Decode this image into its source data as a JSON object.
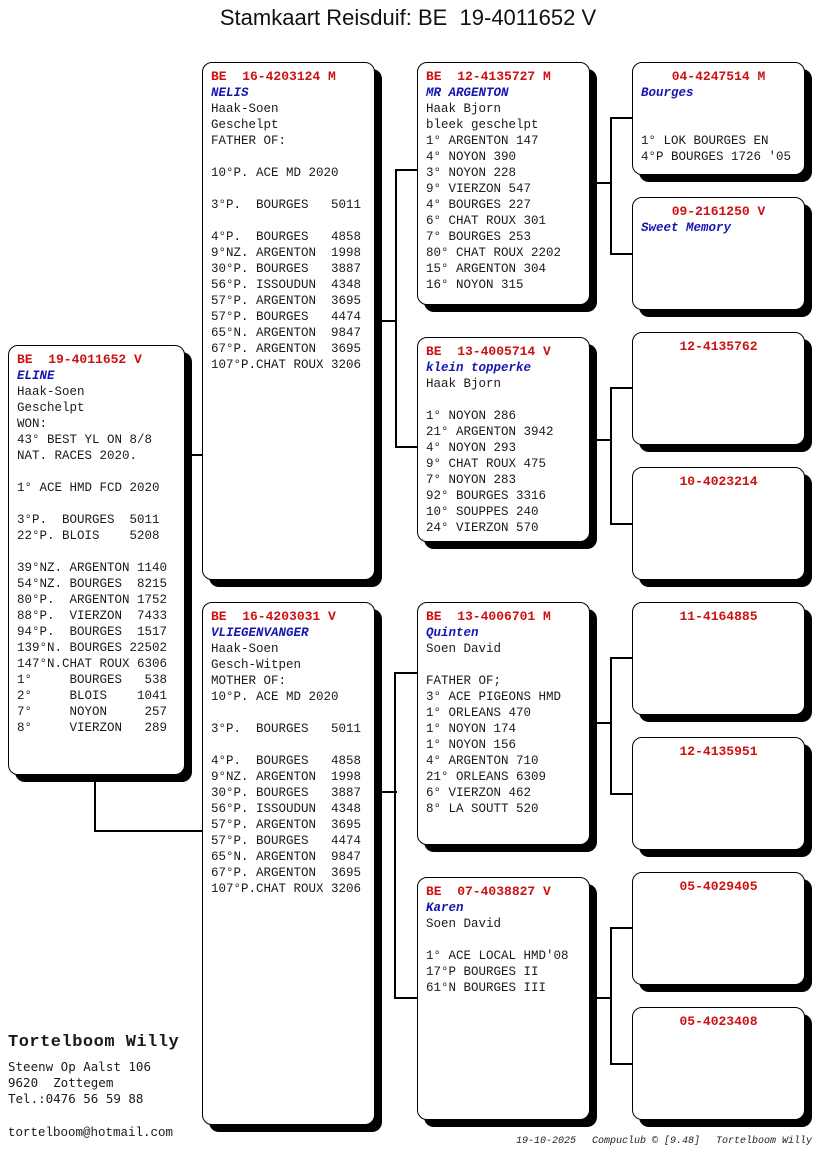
{
  "title": "Stamkaart Reisduif: BE  19-4011652 V",
  "colors": {
    "ring_number": "#cc1111",
    "pigeon_name": "#1515b0",
    "body_text": "#1a1a1a",
    "connector": "#000000"
  },
  "boxes": {
    "subject": {
      "ring": "BE  19-4011652 V",
      "name": "ELINE",
      "lines": [
        "Haak-Soen",
        "Geschelpt",
        "WON:",
        "43° BEST YL ON 8/8",
        "NAT. RACES 2020.",
        "",
        "1° ACE HMD FCD 2020",
        "",
        "3°P.  BOURGES  5011",
        "22°P. BLOIS    5208",
        "",
        "39°NZ. ARGENTON 1140",
        "54°NZ. BOURGES  8215",
        "80°P.  ARGENTON 1752",
        "88°P.  VIERZON  7433",
        "94°P.  BOURGES  1517",
        "139°N. BOURGES 22502",
        "147°N.CHAT ROUX 6306",
        "1°     BOURGES   538",
        "2°     BLOIS    1041",
        "7°     NOYON     257",
        "8°     VIERZON   289"
      ]
    },
    "sire": {
      "ring": "BE  16-4203124 M",
      "name": "NELIS",
      "lines": [
        "Haak-Soen",
        "Geschelpt",
        "FATHER OF:",
        "",
        "10°P. ACE MD 2020",
        "",
        "3°P.  BOURGES   5011",
        "",
        "4°P.  BOURGES   4858",
        "9°NZ. ARGENTON  1998",
        "30°P. BOURGES   3887",
        "56°P. ISSOUDUN  4348",
        "57°P. ARGENTON  3695",
        "57°P. BOURGES   4474",
        "65°N. ARGENTON  9847",
        "67°P. ARGENTON  3695",
        "107°P.CHAT ROUX 3206"
      ]
    },
    "dam": {
      "ring": "BE  16-4203031 V",
      "name": "VLIEGENVANGER",
      "lines": [
        "Haak-Soen",
        "Gesch-Witpen",
        "MOTHER OF:",
        "10°P. ACE MD 2020",
        "",
        "3°P.  BOURGES   5011",
        "",
        "4°P.  BOURGES   4858",
        "9°NZ. ARGENTON  1998",
        "30°P. BOURGES   3887",
        "56°P. ISSOUDUN  4348",
        "57°P. ARGENTON  3695",
        "57°P. BOURGES   4474",
        "65°N. ARGENTON  9847",
        "67°P. ARGENTON  3695",
        "107°P.CHAT ROUX 3206"
      ]
    },
    "sire_sire": {
      "ring": "BE  12-4135727 M",
      "name": "MR ARGENTON",
      "lines": [
        "Haak Bjorn",
        "bleek geschelpt",
        "1° ARGENTON 147",
        "4° NOYON 390",
        "3° NOYON 228",
        "9° VIERZON 547",
        "4° BOURGES 227",
        "6° CHAT ROUX 301",
        "7° BOURGES 253",
        "80° CHAT ROUX 2202",
        "15° ARGENTON 304",
        "16° NOYON 315"
      ]
    },
    "sire_dam": {
      "ring": "BE  13-4005714 V",
      "name": "klein topperke",
      "lines": [
        "Haak Bjorn",
        "",
        "1° NOYON 286",
        "21° ARGENTON 3942",
        "4° NOYON 293",
        "9° CHAT ROUX 475",
        "7° NOYON 283",
        "92° BOURGES 3316",
        "10° SOUPPES 240",
        "24° VIERZON 570"
      ]
    },
    "dam_sire": {
      "ring": "BE  13-4006701 M",
      "name": "Quinten",
      "lines": [
        "Soen David",
        "",
        "FATHER OF;",
        "3° ACE PIGEONS HMD",
        "1° ORLEANS 470",
        "1° NOYON 174",
        "1° NOYON 156",
        "4° ARGENTON 710",
        "21° ORLEANS 6309",
        "6° VIERZON 462",
        "8° LA SOUTT 520"
      ]
    },
    "dam_dam": {
      "ring": "BE  07-4038827 V",
      "name": "Karen",
      "lines": [
        "Soen David",
        "",
        "1° ACE LOCAL HMD'08",
        "17°P BOURGES II",
        "61°N BOURGES III"
      ]
    },
    "gg1": {
      "ring": "04-4247514 M",
      "name": "Bourges",
      "lines": [
        "",
        "",
        "1° LOK BOURGES EN",
        "4°P BOURGES 1726 '05"
      ]
    },
    "gg2": {
      "ring": "09-2161250 V",
      "name": "Sweet Memory",
      "lines": []
    },
    "gg3": {
      "ring": "12-4135762",
      "name": "",
      "lines": []
    },
    "gg4": {
      "ring": "10-4023214",
      "name": "",
      "lines": []
    },
    "gg5": {
      "ring": "11-4164885",
      "name": "",
      "lines": []
    },
    "gg6": {
      "ring": "12-4135951",
      "name": "",
      "lines": []
    },
    "gg7": {
      "ring": "05-4029405",
      "name": "",
      "lines": []
    },
    "gg8": {
      "ring": "05-4023408",
      "name": "",
      "lines": []
    }
  },
  "footer": {
    "owner": "Tortelboom Willy",
    "address_lines": [
      "Steenw Op Aalst 106",
      "9620  Zottegem",
      "Tel.:0476 56 59 88"
    ],
    "email": "tortelboom@hotmail.com",
    "print_date": "19-10-2025",
    "software": "Compuclub © [9.48]",
    "printed_by": "Tortelboom Willy"
  }
}
